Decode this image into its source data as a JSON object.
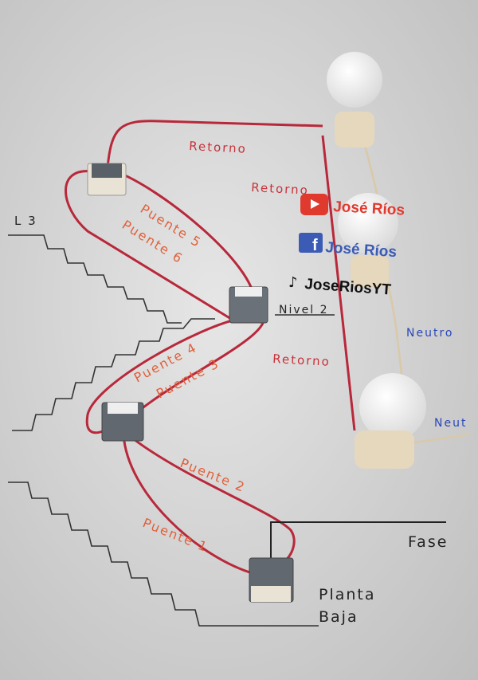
{
  "labels": {
    "retorno_top": "Retorno",
    "retorno_mid": "Retorno",
    "retorno_low": "Retorno",
    "puente_1": "Puente 1",
    "puente_2": "Puente 2",
    "puente_3": "Puente 3",
    "puente_4": "Puente 4",
    "puente_5": "Puente 5",
    "puente_6": "Puente 6",
    "nivel_2": "Nivel 2",
    "nivel_3": "L 3",
    "fase": "Fase",
    "planta": "Planta",
    "baja": "Baja",
    "neutro_1": "Neutro",
    "neutro_2": "Neut"
  },
  "watermarks": {
    "youtube": "José Ríos",
    "facebook": "José Ríos",
    "tiktok": "JoseRiosYT"
  },
  "colors": {
    "wire_red": "#b8283a",
    "wire_neutral": "#d9c9a8",
    "youtube": "#e03a2e",
    "facebook": "#3b5bb5"
  }
}
